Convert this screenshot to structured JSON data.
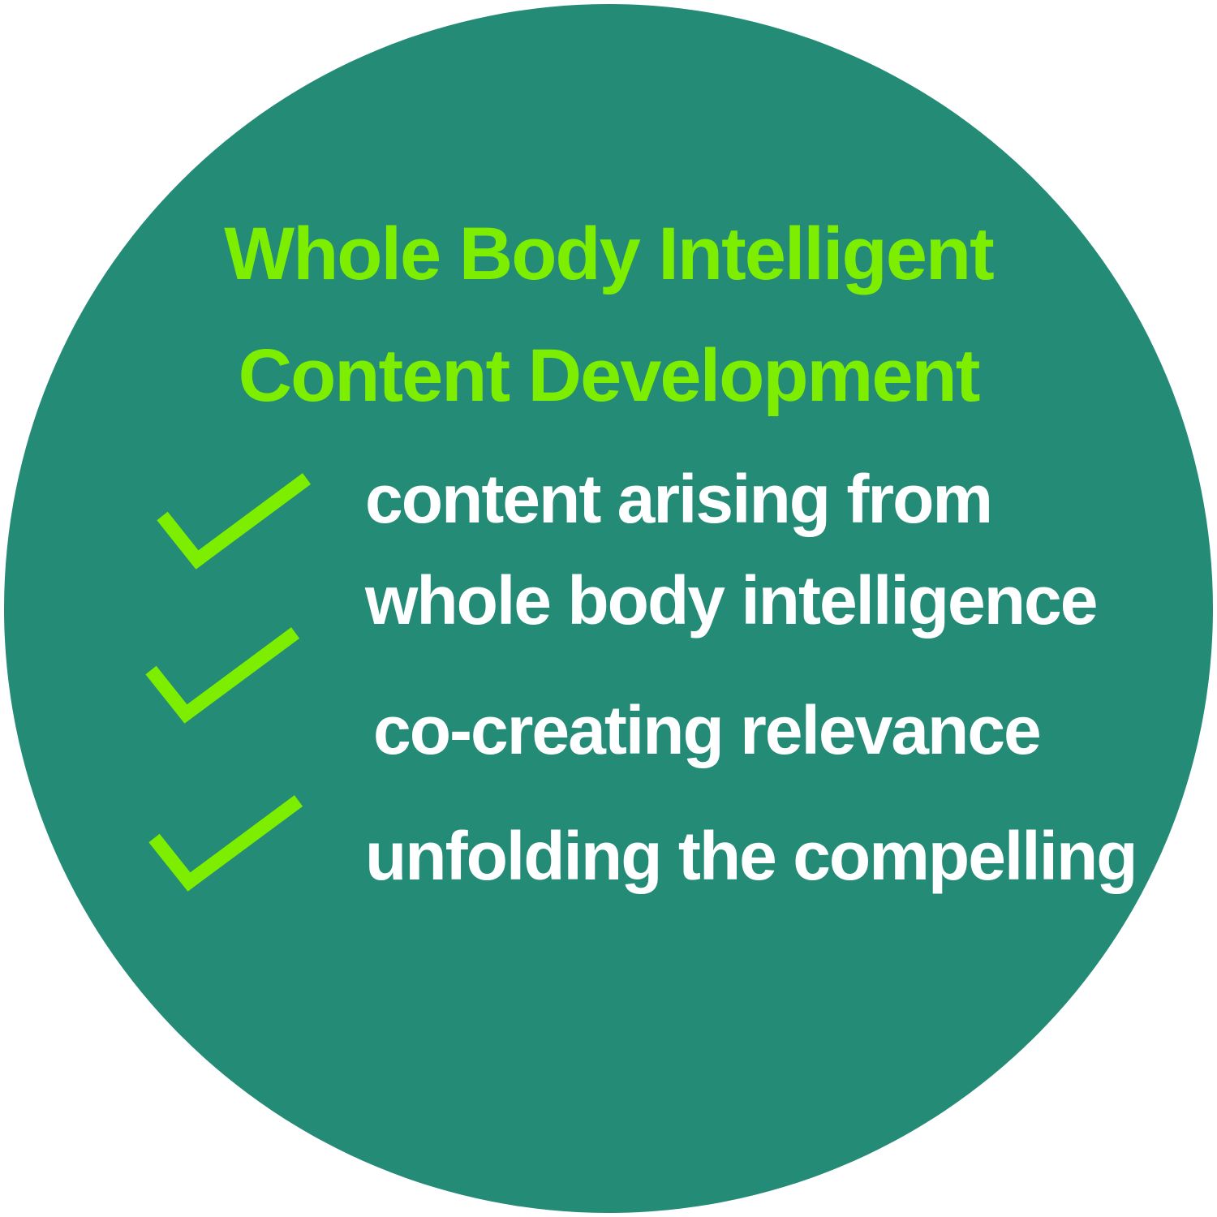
{
  "colors": {
    "background": "#ffffff",
    "circle": "#238b76",
    "title": "#7eee00",
    "check": "#7eee00",
    "item_text": "#ffffff"
  },
  "title": {
    "line1": "Whole Body Intelligent",
    "line2": "Content Development"
  },
  "items": [
    {
      "icon": "checkmark-icon",
      "lines": [
        "content arising from",
        "whole body intelligence"
      ]
    },
    {
      "icon": "checkmark-icon",
      "lines": [
        "co-creating relevance"
      ]
    },
    {
      "icon": "checkmark-icon",
      "lines": [
        "unfolding the compelling"
      ]
    }
  ]
}
